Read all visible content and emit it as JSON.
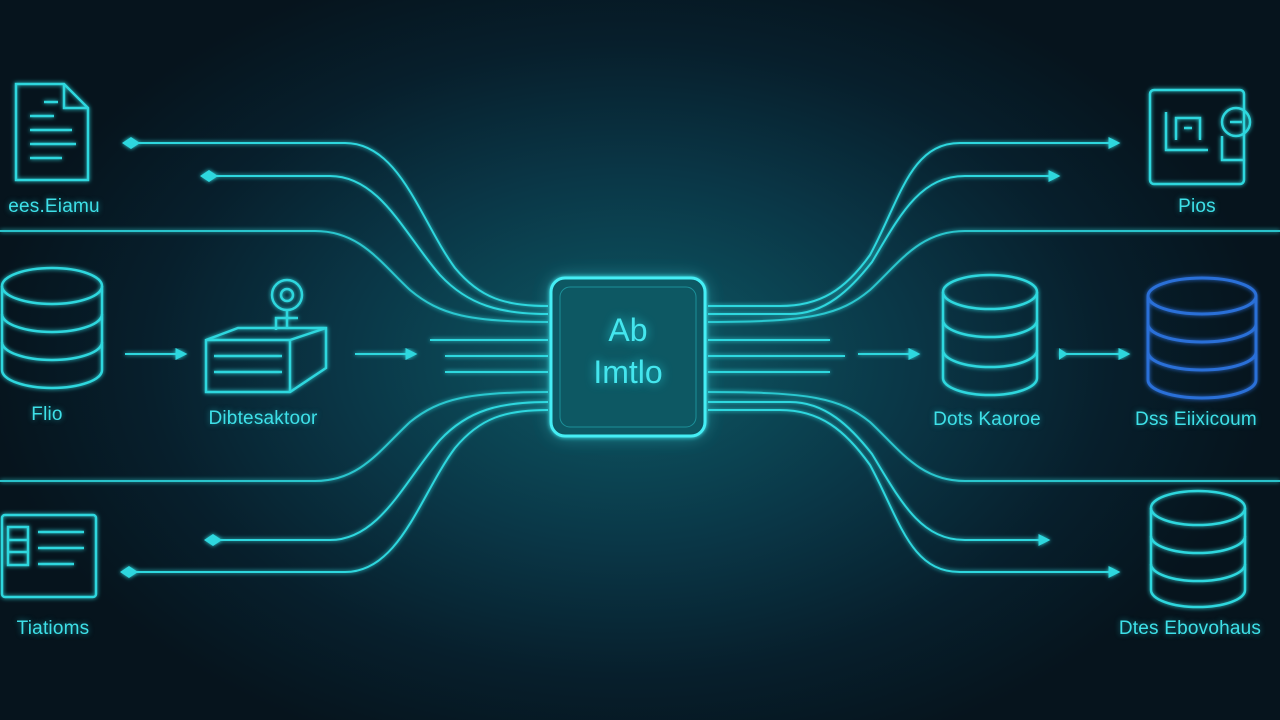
{
  "hub": {
    "title": "Ab",
    "subtitle": "Imtlo"
  },
  "left_nodes": [
    {
      "id": "doc",
      "icon": "document-icon",
      "label": "ees.Eiamu"
    },
    {
      "id": "db",
      "icon": "database-icon",
      "label": "Flio"
    },
    {
      "id": "processor",
      "icon": "storage-device-icon",
      "label": "Dibtesaktoor"
    },
    {
      "id": "notes",
      "icon": "notes-panel-icon",
      "label": "Tiatioms"
    }
  ],
  "right_nodes": [
    {
      "id": "dashboard",
      "icon": "dashboard-icon",
      "label": "Pios"
    },
    {
      "id": "db-a",
      "icon": "database-icon",
      "label": "Dots Kaoroe"
    },
    {
      "id": "db-b",
      "icon": "database-icon",
      "label": "Dss Eiixicoum"
    },
    {
      "id": "db-c",
      "icon": "database-icon",
      "label": "Dtes Ebovohaus"
    }
  ],
  "colors": {
    "background": "#071a26",
    "line": "#2fd7de",
    "glow": "#38e6ee",
    "accent_blue": "#2a6fd8"
  }
}
